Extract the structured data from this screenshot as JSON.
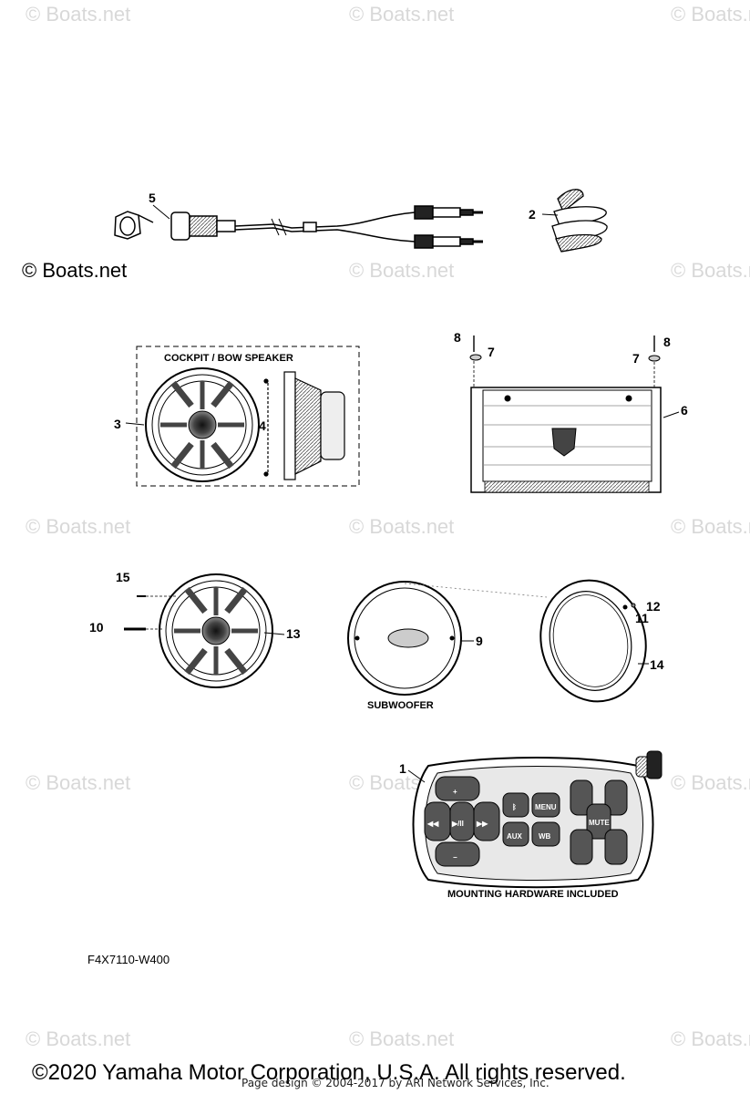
{
  "watermarks": {
    "text": "© Boats.net",
    "prominent": "© Boats.net"
  },
  "callouts": {
    "c1": "1",
    "c2": "2",
    "c3": "3",
    "c4": "4",
    "c5": "5",
    "c6": "6",
    "c7a": "7",
    "c7b": "7",
    "c8a": "8",
    "c8b": "8",
    "c9": "9",
    "c10": "10",
    "c11": "11",
    "c12": "12",
    "c13": "13",
    "c14": "14",
    "c15": "15"
  },
  "captions": {
    "cockpit": "COCKPIT / BOW SPEAKER",
    "subwoofer": "SUBWOOFER",
    "mounting": "MOUNTING HARDWARE INCLUDED"
  },
  "remote_buttons": {
    "plus_top": "+",
    "minus_bottom": "−",
    "prev": "◀◀",
    "play": "▶/II",
    "next": "▶▶",
    "bluetooth": "ᛒ",
    "aux": "AUX",
    "menu": "MENU",
    "wb": "WB",
    "mute": "MUTE"
  },
  "part_code": "F4X7110-W400",
  "footer": {
    "copyright": "©2020 Yamaha Motor Corporation, U.S.A. All rights reserved.",
    "page_design": "Page design © 2004-2017 by ARI Network Services, Inc."
  },
  "icons": [
    "speaker-icon",
    "amplifier-icon",
    "remote-icon",
    "cable-icon",
    "clip-icon"
  ]
}
